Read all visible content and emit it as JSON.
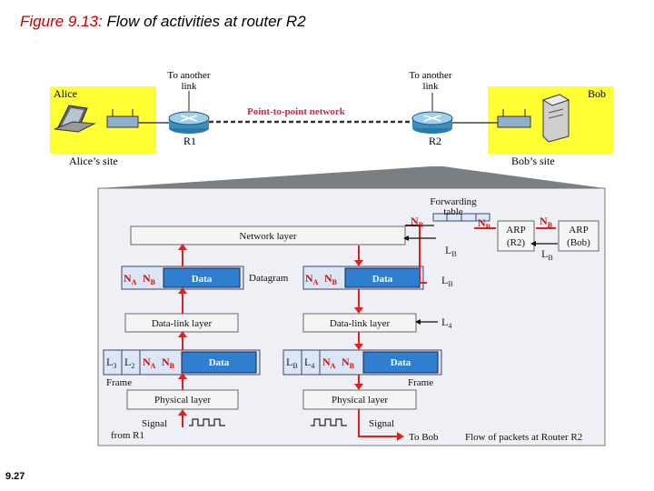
{
  "title": {
    "figure": "Figure 9.13:",
    "text": "Flow of activities at router R2"
  },
  "slide_number": "9.27",
  "top": {
    "alice": "Alice",
    "alice_site": "Alice’s site",
    "bob": "Bob",
    "bob_site": "Bob’s site",
    "to_another_link_1a": "To another",
    "to_another_link_1b": "link",
    "to_another_link_2a": "To another",
    "to_another_link_2b": "link",
    "ptp": "Point-to-point network",
    "r1": "R1",
    "r2": "R2"
  },
  "detail": {
    "forwarding_a": "Forwarding",
    "forwarding_b": "table",
    "network_layer": "Network layer",
    "nb": "N",
    "nb_sub": "B",
    "na": "N",
    "na_sub": "A",
    "arp_r2_a": "ARP",
    "arp_r2_b": "(R2)",
    "arp_bob_a": "ARP",
    "arp_bob_b": "(Bob)",
    "lb": "L",
    "lb_sub": "B",
    "l3": "L",
    "l3_sub": "3",
    "l2": "L",
    "l2_sub": "2",
    "l4": "L",
    "l4_sub": "4",
    "data": "Data",
    "datagram": "Datagram",
    "data_link_layer": "Data-link layer",
    "physical_layer": "Physical layer",
    "frame": "Frame",
    "signal": "Signal",
    "from_r1": "from R1",
    "to_bob": "To Bob",
    "caption": "Flow of packets at Router R2"
  }
}
